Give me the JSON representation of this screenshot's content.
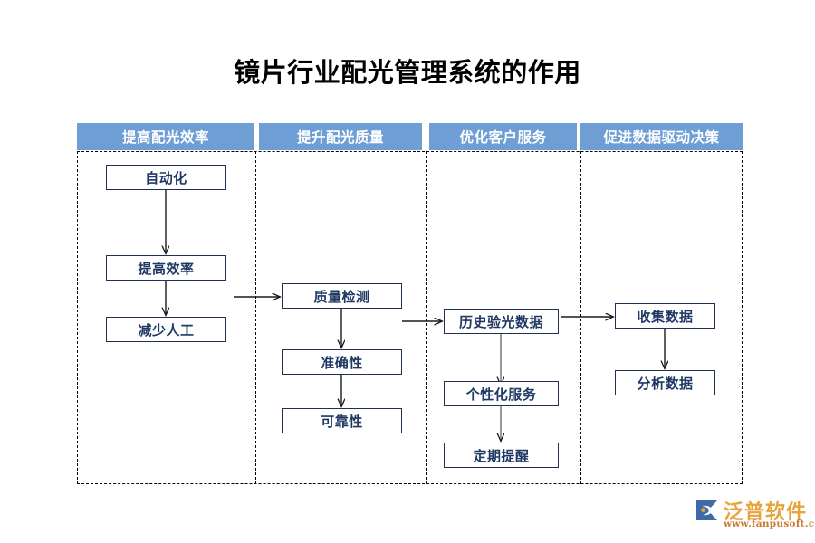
{
  "page": {
    "title": "镜片行业配光管理系统的作用",
    "background_color": "#ffffff"
  },
  "theme": {
    "header_bar_color": "#6f9ed4",
    "header_text_color": "#ffffff",
    "node_text_color": "#1f3864",
    "node_border_color": "#1f3050",
    "frame_border_color": "#000000",
    "logo_color": "#e8a33d"
  },
  "chart_data": {
    "type": "diagram",
    "title": "镜片行业配光管理系统的作用",
    "columns": [
      {
        "header": "提高配光效率",
        "nodes": [
          "自动化",
          "提高效率",
          "减少人工"
        ],
        "flow": "自动化 → 提高效率 → 减少人工"
      },
      {
        "header": "提升配光质量",
        "nodes": [
          "质量检测",
          "准确性",
          "可靠性"
        ],
        "flow": "质量检测 → 准确性 → 可靠性"
      },
      {
        "header": "优化客户服务",
        "nodes": [
          "历史验光数据",
          "个性化服务",
          "定期提醒"
        ],
        "flow": "历史验光数据 → 个性化服务 → 定期提醒"
      },
      {
        "header": "促进数据驱动决策",
        "nodes": [
          "收集数据",
          "分析数据"
        ],
        "flow": "收集数据 → 分析数据"
      }
    ],
    "cross_column_links": [
      {
        "from": "提高效率",
        "to": "质量检测"
      },
      {
        "from": "准确性",
        "to": "历史验光数据"
      },
      {
        "from": "历史验光数据",
        "to": "收集数据"
      }
    ]
  },
  "headers": {
    "col1": "提高配光效率",
    "col2": "提升配光质量",
    "col3": "优化客户服务",
    "col4": "促进数据驱动决策"
  },
  "nodes": {
    "automation": "自动化",
    "efficiency": "提高效率",
    "labor": "减少人工",
    "quality_check": "质量检测",
    "accuracy": "准确性",
    "reliability": "可靠性",
    "history_data": "历史验光数据",
    "personalized": "个性化服务",
    "reminder": "定期提醒",
    "collect_data": "收集数据",
    "analyze_data": "分析数据"
  },
  "logo": {
    "name": "泛普软件",
    "url": "www.fanpusoft.com"
  }
}
